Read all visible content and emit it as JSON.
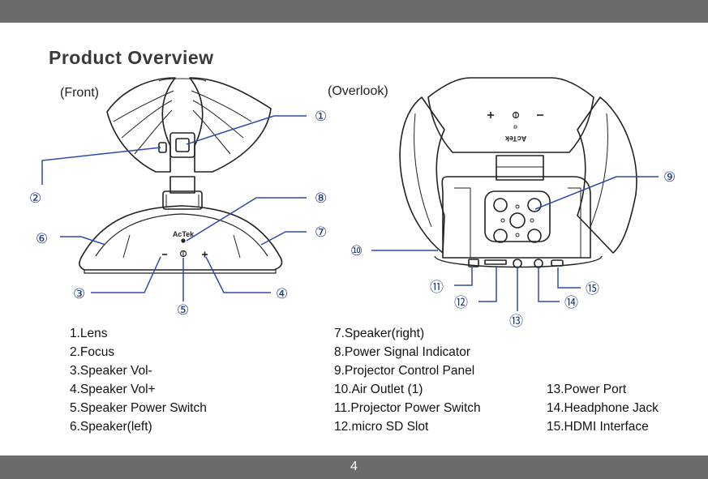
{
  "page": {
    "title": "Product Overview",
    "page_number": "4"
  },
  "views": {
    "front": "(Front)",
    "overlook": "(Overlook)"
  },
  "device_text": {
    "brand": "AcTek",
    "minus": "−",
    "power": "Φ",
    "plus": "+"
  },
  "callouts": [
    "①",
    "②",
    "③",
    "④",
    "⑤",
    "⑥",
    "⑦",
    "⑧",
    "⑨",
    "⑩",
    "⑪",
    "⑫",
    "⑬",
    "⑭",
    "⑮"
  ],
  "legend": {
    "col1": [
      "1.Lens",
      "2.Focus",
      "3.Speaker Vol-",
      "4.Speaker Vol+",
      "5.Speaker Power Switch",
      "6.Speaker(left)"
    ],
    "col2": [
      "7.Speaker(right)",
      "8.Power Signal Indicator",
      "9.Projector Control Panel",
      "10.Air Outlet (1)",
      "11.Projector Power Switch",
      "12.micro SD Slot"
    ],
    "col3": [
      "13.Power Port",
      "14.Headphone Jack",
      "15.HDMI Interface"
    ]
  },
  "colors": {
    "bar": "#6b6b6b",
    "leader": "#2e4aa8",
    "outline": "#222222"
  }
}
